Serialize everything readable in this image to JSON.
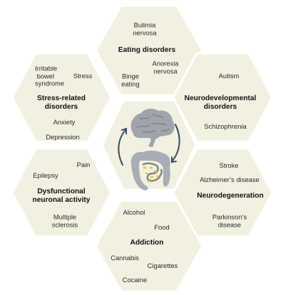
{
  "colors": {
    "hex_fill": "#f2f0e0",
    "hex_stroke": "#ffffff",
    "brain_fill": "#9fa4ad",
    "gut_fill": "#a9adb4",
    "gut_bacteria_yellow": "#e8c23a",
    "arrow": "#3d4d5c"
  },
  "icons": [
    "brain-icon",
    "gut-icon",
    "cycle-arrows-icon"
  ],
  "groups": {
    "eating": {
      "title": "Eating disorders",
      "items": [
        "Bulimia\nnervosa",
        "Anorexia\nnervosa",
        "Binge\neating"
      ]
    },
    "neurodev": {
      "title": "Neurodevelopmental\ndisorders",
      "items": [
        "Autism",
        "Schizophrenia"
      ]
    },
    "neurodegen": {
      "title": "Neurodegeneration",
      "items": [
        "Stroke",
        "Alzheimer’s disease",
        "Parkinson’s\ndisease"
      ]
    },
    "addiction": {
      "title": "Addiction",
      "items": [
        "Alcohol",
        "Food",
        "Cannabis",
        "Cigarettes",
        "Cocaine"
      ]
    },
    "neuronal": {
      "title": "Dysfunctional\nneuronal activity",
      "items": [
        "Pain",
        "Epilepsy",
        "Multiple\nsclerosis"
      ]
    },
    "stress": {
      "title": "Stress-related\ndisorders",
      "items": [
        "Irritable\nbowel\nsyndrome",
        "Stress",
        "Anxiety",
        "Depression"
      ]
    }
  }
}
